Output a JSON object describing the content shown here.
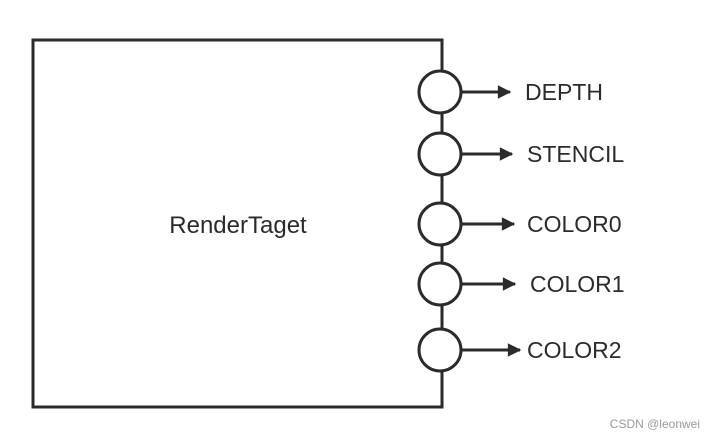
{
  "diagram": {
    "box_label": "RenderTaget",
    "ports": [
      {
        "label": "DEPTH"
      },
      {
        "label": "STENCIL"
      },
      {
        "label": "COLOR0"
      },
      {
        "label": "COLOR1"
      },
      {
        "label": "COLOR2"
      }
    ]
  },
  "watermark": "CSDN @leonwei",
  "colors": {
    "stroke": "#2b2b2b",
    "background": "#ffffff",
    "watermark": "#9a9a9a"
  }
}
